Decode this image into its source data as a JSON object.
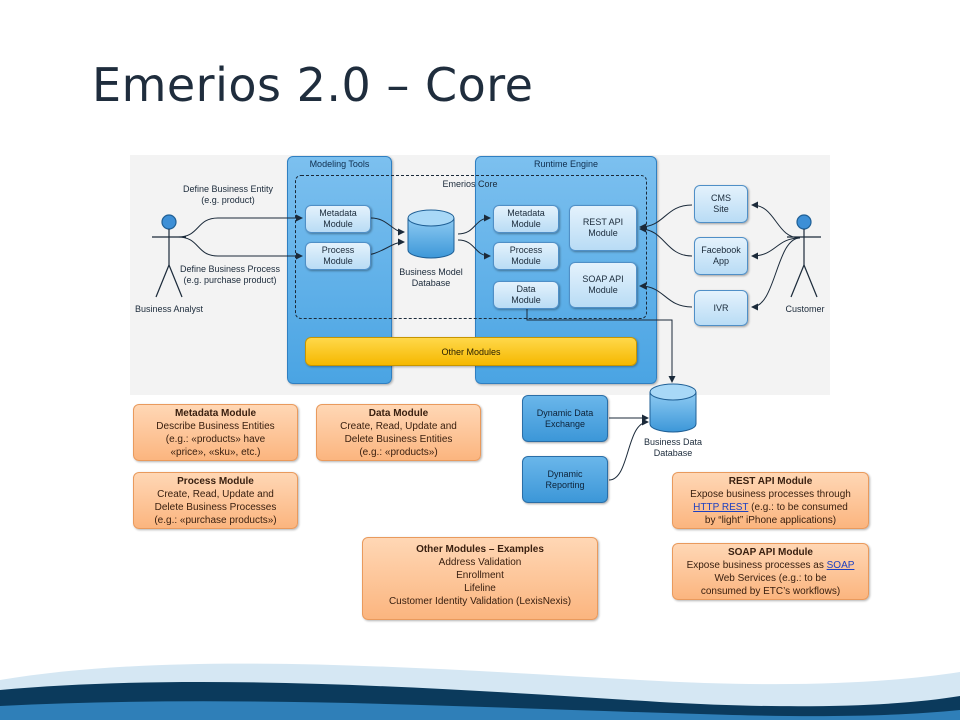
{
  "title": "Emerios 2.0 – Core",
  "diagram": {
    "modeling_tools": "Modeling Tools",
    "runtime_engine": "Runtime Engine",
    "emerios_core": "Emerios Core",
    "metadata_module_mt": "Metadata\nModule",
    "process_module_mt": "Process\nModule",
    "metadata_module_rt": "Metadata\nModule",
    "process_module_rt": "Process\nModule",
    "data_module_rt": "Data\nModule",
    "rest_api_module": "REST API\nModule",
    "soap_api_module": "SOAP API\nModule",
    "other_modules": "Other Modules",
    "business_model_db": "Business Model\nDatabase",
    "business_data_db": "Business Data\nDatabase",
    "cms_site": "CMS\nSite",
    "facebook_app": "Facebook\nApp",
    "ivr": "IVR",
    "business_analyst": "Business Analyst",
    "customer": "Customer",
    "define_entity": "Define Business Entity\n(e.g. product)",
    "define_process": "Define Business Process\n(e.g. purchase product)",
    "dynamic_data_exchange": "Dynamic Data\nExchange",
    "dynamic_reporting": "Dynamic\nReporting"
  },
  "notes": {
    "metadata": {
      "title": "Metadata Module",
      "body": "Describe Business Entities\n(e.g.: «products» have\n«price», «sku», etc.)"
    },
    "process": {
      "title": "Process Module",
      "body": "Create, Read, Update and\nDelete Business Processes\n(e.g.: «purchase products»)"
    },
    "data": {
      "title": "Data Module",
      "body": "Create, Read, Update and\nDelete Business Entities\n(e.g.: «products»)"
    },
    "other_examples": {
      "title": "Other Modules – Examples",
      "body": "Address Validation\nEnrollment\nLifeline\nCustomer Identity Validation (LexisNexis)"
    },
    "rest": {
      "title": "REST API Module",
      "line1": "Expose business processes through",
      "link": "HTTP REST",
      "line2": " (e.g.: to be consumed",
      "line3": "by “light” iPhone applications)"
    },
    "soap": {
      "title": "SOAP API Module",
      "line1": "Expose business processes as ",
      "link": "SOAP",
      "line2": "Web Services (e.g.: to be",
      "line3": "consumed by ETC’s workflows)"
    }
  },
  "colors": {
    "title": "#1f2d3d",
    "region": "#4aa4e3",
    "module": "#b9dcf5",
    "note": "#fbb57f",
    "other_modules": "#f5b800",
    "footer_wave": "#0b3a5c"
  }
}
